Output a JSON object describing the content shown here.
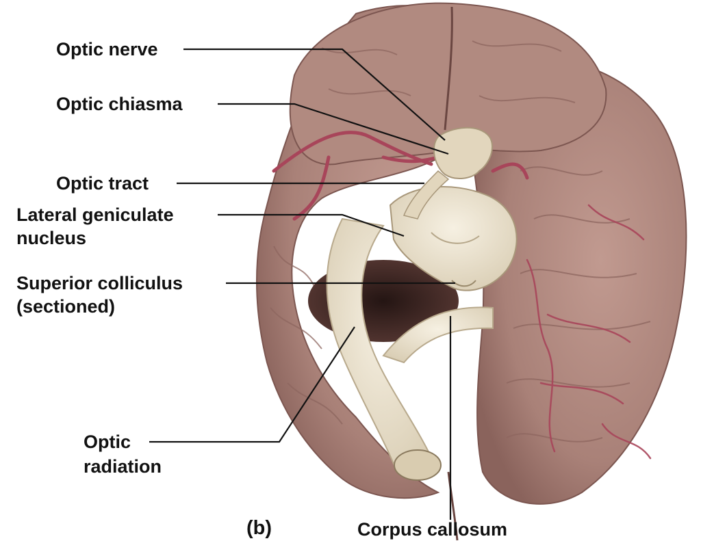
{
  "figure": {
    "panel_letter": "(b)",
    "colors": {
      "tissue": "#a98178",
      "tissue_light": "#c9a59a",
      "tissue_dark": "#7c5650",
      "white_matter": "#ece3cf",
      "white_matter_shade": "#cfc2a6",
      "vessel": "#a8455a",
      "leader": "#111111"
    }
  },
  "labels": {
    "optic_nerve": "Optic nerve",
    "optic_chiasma": "Optic chiasma",
    "optic_tract": "Optic tract",
    "lgn_line1": "Lateral geniculate",
    "lgn_line2": "nucleus",
    "sc_line1": "Superior colliculus",
    "sc_line2": "(sectioned)",
    "radiation_line1": "Optic",
    "radiation_line2": "radiation",
    "corpus_callosum": "Corpus callosum"
  }
}
